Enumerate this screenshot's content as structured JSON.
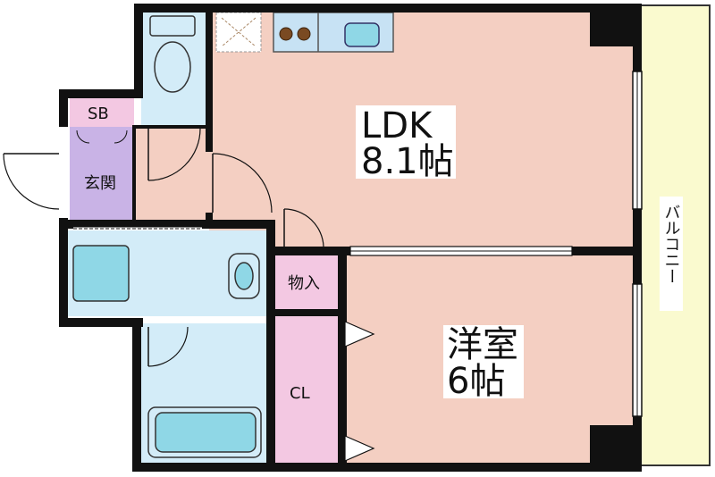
{
  "rooms": {
    "ldk": {
      "name": "LDK",
      "size": "8.1帖"
    },
    "western": {
      "name": "洋室",
      "size": "6帖"
    },
    "entrance": {
      "name": "玄関"
    },
    "shoe_box": {
      "name": "SB"
    },
    "storage": {
      "name": "物入"
    },
    "closet": {
      "name": "CL"
    },
    "balcony": {
      "name": "バルコニー"
    }
  },
  "colors": {
    "ldk": "#f4cfc2",
    "western": "#f4cfc2",
    "wet_area": "#d3ecf8",
    "entrance": "#c9b3e6",
    "shoe_box": "#f3c8e2",
    "storage": "#f3c8e2",
    "balcony": "#fafacf",
    "wall": "#111111",
    "fixture": "#8fd7e6"
  }
}
